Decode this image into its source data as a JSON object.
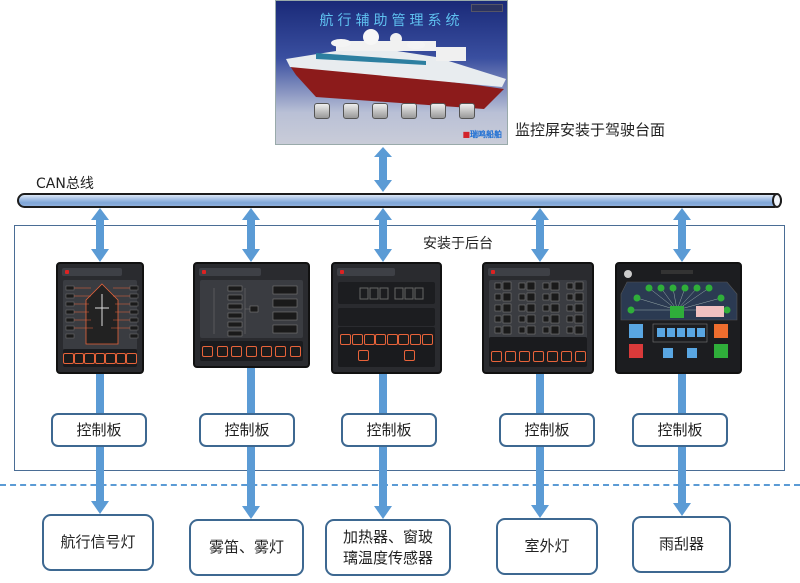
{
  "monitor": {
    "screen_title": "航行辅助管理系统",
    "icons": [
      "chart-icon",
      "panel-icon",
      "signal-light-icon",
      "heater-icon",
      "lamp-icon",
      "bell-icon"
    ],
    "logo_text": "瑞鸣船舶",
    "caption": "监控屏安装于驾驶台面"
  },
  "bus": {
    "label": "CAN总线"
  },
  "backend": {
    "label": "安装于后台"
  },
  "columns": [
    {
      "panel": "navigation-light-control-panel",
      "controller_label": "控制板",
      "device_label": "航行信号灯"
    },
    {
      "panel": "fog-signal-control-panel",
      "controller_label": "控制板",
      "device_label": "雾笛、雾灯"
    },
    {
      "panel": "window-heater-control-panel",
      "controller_label": "控制板",
      "device_label_line1": "加热器、窗玻",
      "device_label_line2": "璃温度传感器"
    },
    {
      "panel": "exterior-light-control-panel",
      "controller_label": "控制板",
      "device_label": "室外灯"
    },
    {
      "panel": "wiper-control-panel",
      "controller_label": "控制板",
      "device_label": "雨刮器"
    }
  ],
  "colors": {
    "arrow": "#5b9bd5",
    "box_border": "#3d6891",
    "frame_border": "#4a6d95",
    "dashed_line": "#5b9bd5",
    "screen_title": "#5fc1f0"
  }
}
